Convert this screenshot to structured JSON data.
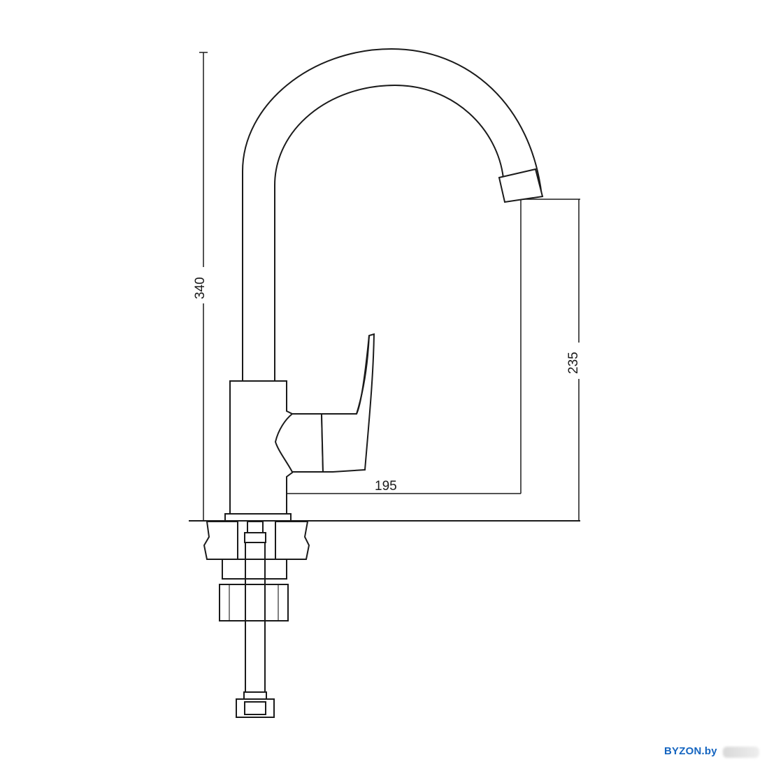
{
  "dimensions": {
    "total_height": "340",
    "spout_height": "235",
    "spout_reach": "195"
  },
  "watermark": {
    "text": "BYZON.by",
    "color": "#1565c0"
  },
  "colors": {
    "line": "#1a1a1a",
    "background": "#ffffff"
  }
}
